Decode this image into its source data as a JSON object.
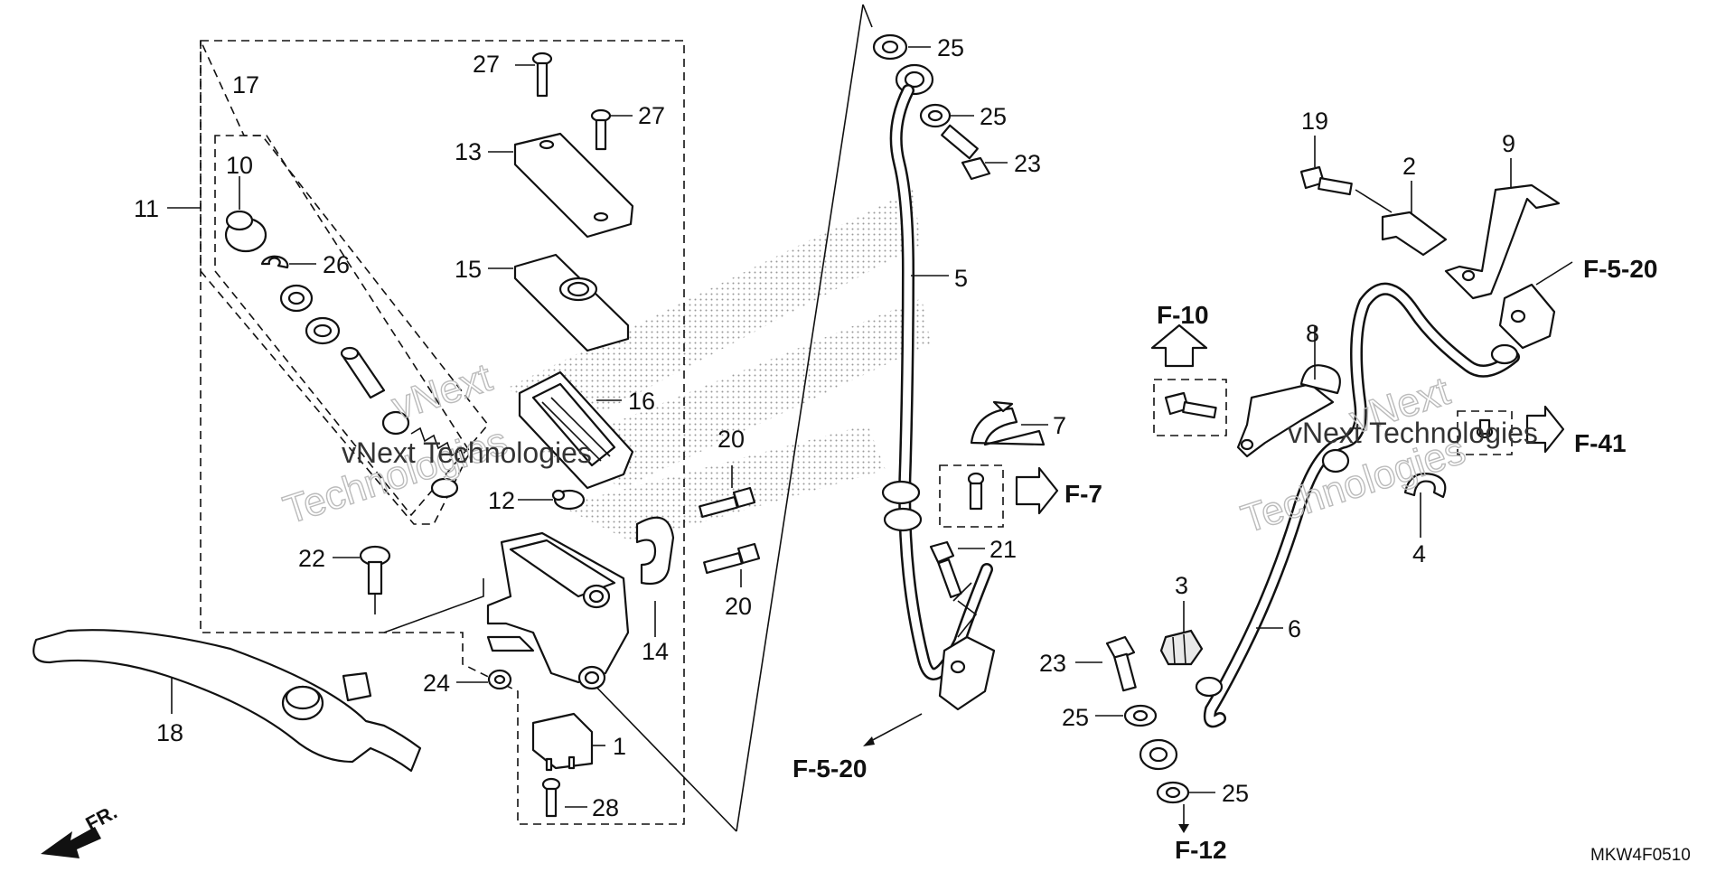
{
  "diagram_code": "MKW4F0510",
  "direction_label": "FR.",
  "watermark": {
    "line1": "vNext",
    "line2": "Technologies",
    "inline": "vNext Technologies"
  },
  "callouts": {
    "c1": "1",
    "c2": "2",
    "c3": "3",
    "c4": "4",
    "c5": "5",
    "c6": "6",
    "c7": "7",
    "c8": "8",
    "c9": "9",
    "c10": "10",
    "c11": "11",
    "c12": "12",
    "c13": "13",
    "c14": "14",
    "c15": "15",
    "c16": "16",
    "c17": "17",
    "c18": "18",
    "c19": "19",
    "c20a": "20",
    "c20b": "20",
    "c21": "21",
    "c22": "22",
    "c23a": "23",
    "c23b": "23",
    "c24": "24",
    "c25a": "25",
    "c25b": "25",
    "c25c": "25",
    "c25d": "25",
    "c26": "26",
    "c27a": "27",
    "c27b": "27",
    "c28": "28"
  },
  "references": {
    "r_f7": "F-7",
    "r_f10": "F-10",
    "r_f12": "F-12",
    "r_f41": "F-41",
    "r_f520_top": "F-5-20",
    "r_f520_bottom": "F-5-20"
  }
}
